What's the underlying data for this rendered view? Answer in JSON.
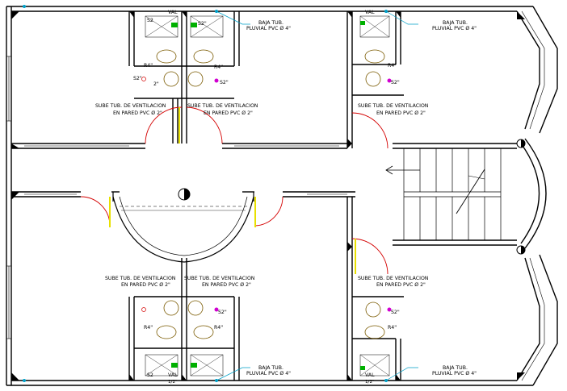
{
  "colors": {
    "wall": "#000000",
    "door_arc": "#d40000",
    "door_leaf": "#e8e000",
    "fixture": "#7a5a00",
    "pipe_green": "#00b000",
    "note_cyan": "#00a0c8",
    "pipe_magenta": "#d000d0",
    "background": "#ffffff"
  },
  "labels": {
    "ventilation": "SUBE TUB. DE VENTILACION",
    "ventilation_sub": "EN PARED PVC Ø 2\"",
    "pluvial": "BAJA TUB.",
    "pluvial_sub": "PLUVIAL PVC Ø 4\"",
    "s2": "S2\"",
    "s2_plain": "S2",
    "r4": "R4\"",
    "val": "VAL",
    "half_inch": "1/2\"",
    "two_inch": "2\""
  },
  "icons": {
    "stair_arrow": "left-arrow-icon",
    "column_marker": "circle-section-icon",
    "corner_column": "triangle-fill-icon"
  }
}
